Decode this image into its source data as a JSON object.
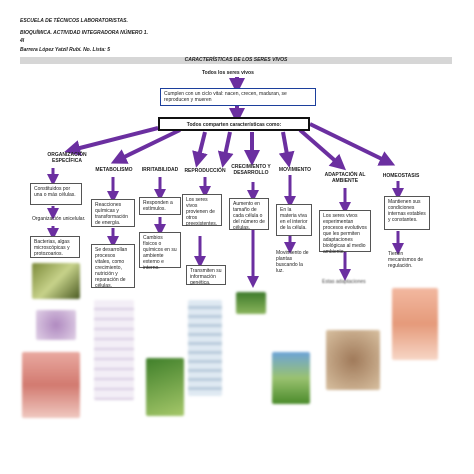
{
  "header": {
    "school": "ESCUELA DE TÉCNICOS LABORATORISTAS.",
    "activity": "BIOQUÍMICA. ACTIVIDAD INTEGRADORA NÚMERO 1.",
    "group": "4I",
    "student": "Barrera López Yatzil Rubí. No. Lista: 5"
  },
  "title": "CARACTERÍSTICAS DE LOS SERES VIVOS",
  "root": {
    "label": "Todos los seres vivos",
    "cycle": "Cumplen con un ciclo vital: nacen, crecen, maduran, se reproducen y mueren",
    "shared": "Todos comparten características como:"
  },
  "branches": [
    {
      "title": "ORGANIZACIÓN ESPECÍFICA",
      "box1": "Constituidos por una o más células.",
      "text2": "Organización unicelular.",
      "box3": "Bacterias, algas microscópicas y protozoarios."
    },
    {
      "title": "METABOLISMO",
      "box1": "Reacciones químicas y transformación de energía.",
      "box2": "Se desarrollan procesos vitales, como crecimiento, nutrición y reparación de células."
    },
    {
      "title": "IRRITABILIDAD",
      "box1": "Responden a estímulos.",
      "box2": "Cambios físicos o químicos en su ambiente externo e interno."
    },
    {
      "title": "REPRODUCCIÓN",
      "box1": "Los seres vivos provienen de otros preexistentes.",
      "box2": "Transmiten su información genética."
    },
    {
      "title": "CRECIMIENTO Y DESARROLLO",
      "box1": "Aumento en tamaño de cada célula o del número de células."
    },
    {
      "title": "MOVIMIENTO",
      "box1": "En la materia viva en el interior de la célula.",
      "box2": "Movimiento de plantas buscando la luz."
    },
    {
      "title": "ADAPTACIÓN AL AMBIENTE",
      "box1": "Los seres vivos experimentan procesos evolutivos que les permiten adaptaciones biológicas al medio ambiente.",
      "box2": "Estas adaptaciones"
    },
    {
      "title": "HOMEOSTASIS",
      "box1": "Mantienen sus condiciones internas estables y constantes.",
      "box2": "Tienen mecanismos de regulación."
    }
  ],
  "colors": {
    "arrow": "#6b2fa0",
    "box_border": "#555555",
    "banner": "#d6d6d6"
  }
}
